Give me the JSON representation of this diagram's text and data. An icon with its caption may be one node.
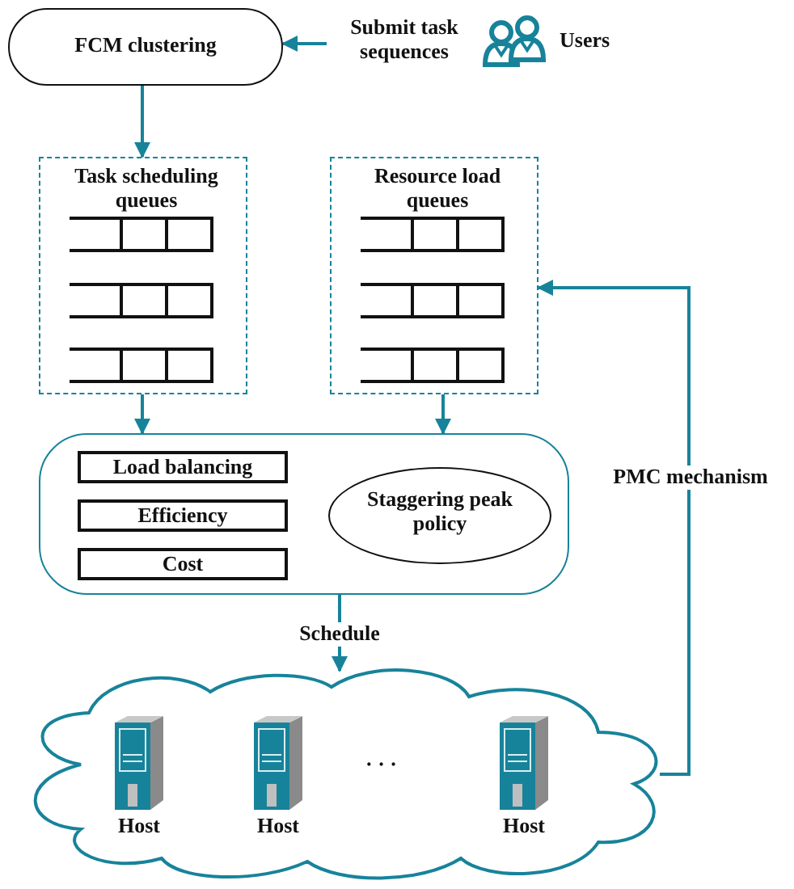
{
  "diagram": {
    "nodes": [
      {
        "text": [
          "FCM clustering"
        ]
      },
      {
        "text": [
          "Users"
        ]
      },
      {
        "text": [
          "Task scheduling queues"
        ]
      },
      {
        "text": [
          "Resource load queues"
        ]
      },
      {
        "text": [],
        "shape": "box"
      },
      {
        "text": [
          "Load balancing"
        ],
        "in": 4
      },
      {
        "text": [
          "Efficiency"
        ],
        "in": 4
      },
      {
        "text": [
          "Cost"
        ],
        "in": 4
      },
      {
        "text": [
          "Staggering peak policy"
        ],
        "in": 4
      },
      {
        "text": [],
        "shape": "cloud"
      },
      {
        "text": [
          "Host"
        ],
        "in": 9
      },
      {
        "text": [
          "Host"
        ],
        "in": 9
      },
      {
        "text": [
          "Host"
        ],
        "in": 9
      }
    ],
    "edges": [
      {
        "from": 1,
        "to": 0,
        "arrow": "to",
        "label": "Submit task sequences"
      },
      {
        "from": 0,
        "to": 2,
        "arrow": "to"
      },
      {
        "from": 2,
        "to": 4,
        "arrow": "to"
      },
      {
        "from": 3,
        "to": 4,
        "arrow": "to"
      },
      {
        "from": 4,
        "to": 9,
        "arrow": "to",
        "label": "Schedule"
      },
      {
        "from": 9,
        "to": 3,
        "arrow": "to",
        "label": "PMC mechanism"
      }
    ],
    "labels": [
      "· · ·"
    ]
  }
}
